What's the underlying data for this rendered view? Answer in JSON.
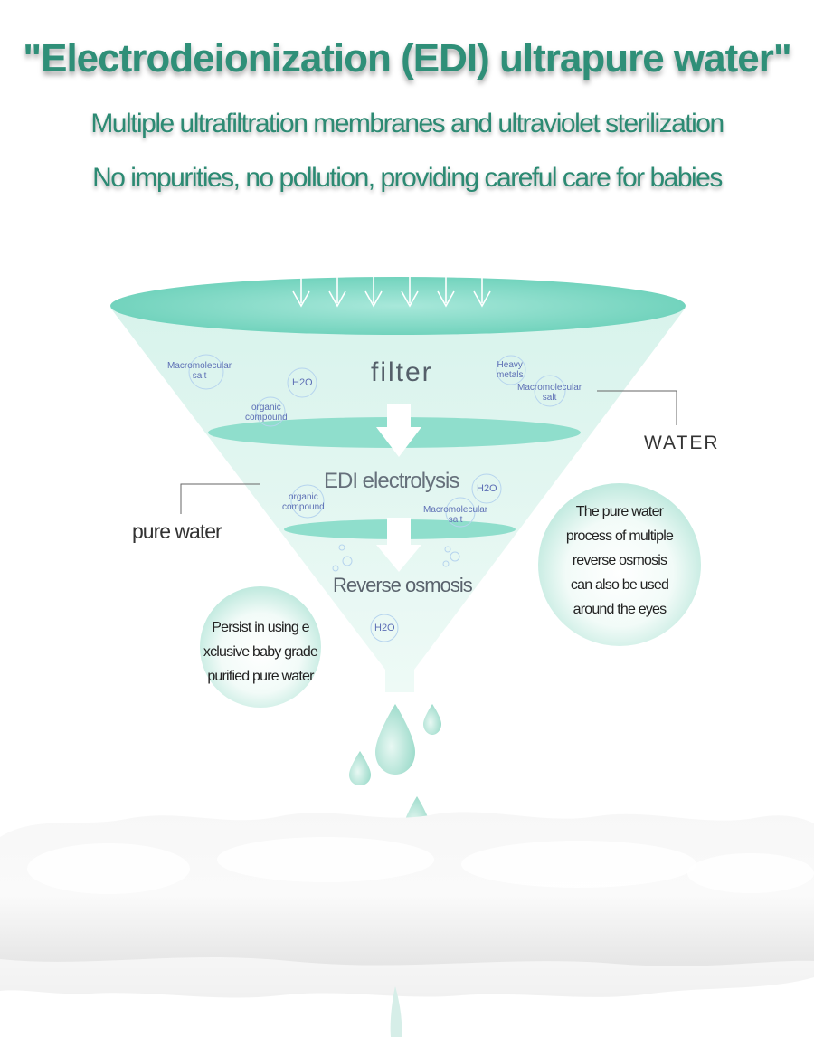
{
  "header": {
    "title": "\"Electrodeionization (EDI) ultrapure water\"",
    "subtitle_1": "Multiple ultrafiltration membranes and ultraviolet sterilization",
    "subtitle_2": "No impurities, no pollution, providing careful care for babies"
  },
  "stages": {
    "filter": "filter",
    "edi": "EDI electrolysis",
    "ro": "Reverse osmosis"
  },
  "side_labels": {
    "water": "WATER",
    "pure_water": "pure water"
  },
  "particles": {
    "macro_salt_1": [
      "Macromolecular",
      "salt"
    ],
    "organic_1": [
      "organic",
      "compound"
    ],
    "heavy_metals": [
      "Heavy",
      "metals"
    ],
    "macro_salt_2": [
      "Macromolecular",
      "salt"
    ],
    "organic_2": [
      "organic",
      "compound"
    ],
    "macro_salt_3": [
      "Macromolecular",
      "salt"
    ],
    "h2o": "H2O"
  },
  "bubbles": {
    "left": [
      "Persist in using e",
      "xclusive baby grade",
      "purified pure water"
    ],
    "right": [
      "The pure water",
      "process of multiple",
      "reverse osmosis",
      "can also be used",
      "around the eyes"
    ]
  },
  "colors": {
    "title": "#2f8f78",
    "funnel": "#bfeae0",
    "disc": "#86dcc9",
    "particle_text": "#5d6fb5"
  }
}
